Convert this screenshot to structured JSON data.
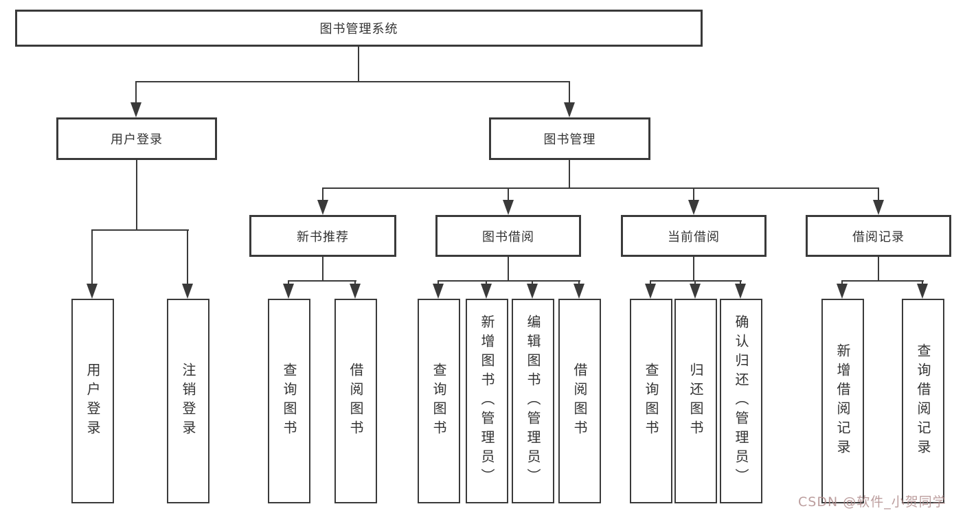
{
  "diagram": {
    "root": "图书管理系统",
    "level2": [
      "用户登录",
      "图书管理"
    ],
    "level3": [
      "新书推荐",
      "图书借阅",
      "当前借阅",
      "借阅记录"
    ],
    "leaves": [
      "用户登录",
      "注销登录",
      "查询图书",
      "借阅图书",
      "查询图书",
      "新增图书（管理员）",
      "编辑图书（管理员）",
      "借阅图书",
      "查询图书",
      "归还图书",
      "确认归还（管理员）",
      "新增借阅记录",
      "查询借阅记录"
    ]
  },
  "watermark": "CSDN @软件_小贺同学",
  "colors": {
    "line": "#3a3a3a",
    "text": "#333333",
    "box_background": "#ffffff",
    "watermark": "#b08d8d"
  }
}
